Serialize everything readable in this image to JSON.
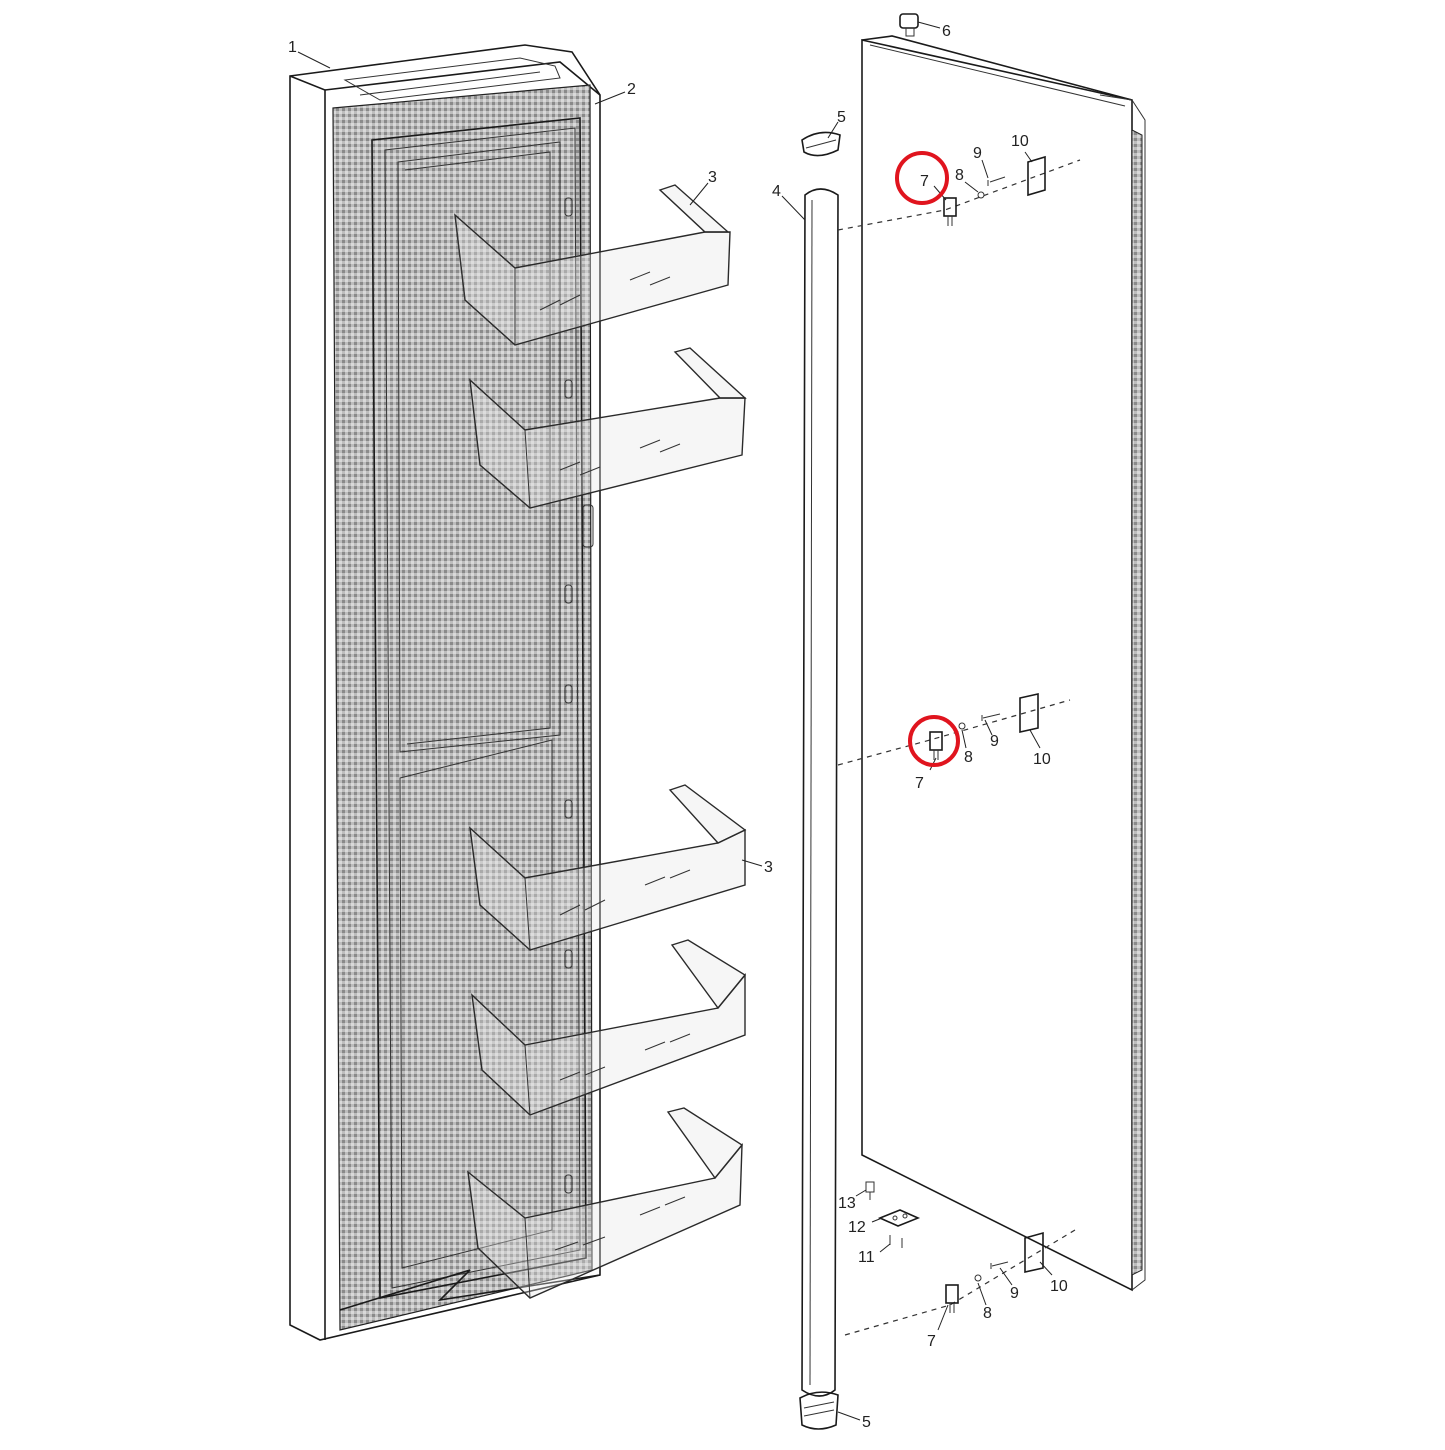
{
  "callouts": [
    {
      "id": "c1",
      "text": "1"
    },
    {
      "id": "c2",
      "text": "2"
    },
    {
      "id": "c3a",
      "text": "3"
    },
    {
      "id": "c3b",
      "text": "3"
    },
    {
      "id": "c4",
      "text": "4"
    },
    {
      "id": "c5a",
      "text": "5"
    },
    {
      "id": "c5b",
      "text": "5"
    },
    {
      "id": "c6",
      "text": "6"
    },
    {
      "id": "c7a",
      "text": "7"
    },
    {
      "id": "c7b",
      "text": "7"
    },
    {
      "id": "c7c",
      "text": "7"
    },
    {
      "id": "c8a",
      "text": "8"
    },
    {
      "id": "c8b",
      "text": "8"
    },
    {
      "id": "c8c",
      "text": "8"
    },
    {
      "id": "c9a",
      "text": "9"
    },
    {
      "id": "c9b",
      "text": "9"
    },
    {
      "id": "c9c",
      "text": "9"
    },
    {
      "id": "c10a",
      "text": "10"
    },
    {
      "id": "c10b",
      "text": "10"
    },
    {
      "id": "c10c",
      "text": "10"
    },
    {
      "id": "c11",
      "text": "11"
    },
    {
      "id": "c12",
      "text": "12"
    },
    {
      "id": "c13",
      "text": "13"
    }
  ],
  "highlight_color": "#e0141e"
}
